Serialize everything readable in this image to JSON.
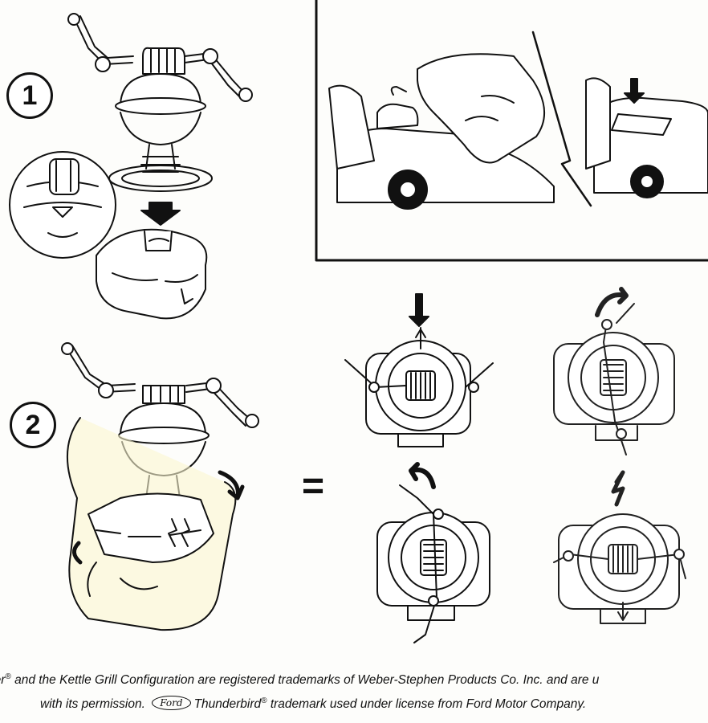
{
  "steps": [
    {
      "number": "1"
    },
    {
      "number": "2"
    }
  ],
  "equals_sign": "=",
  "legal": {
    "line1_pre": "ber",
    "line1_reg": "®",
    "line1_post": " and the Kettle Grill Configuration are registered trademarks of Weber-Stephen Products Co. Inc. and are u",
    "line2_pre": "with its permission.",
    "ford_logo_text": "Ford",
    "brand": "Thunderbird",
    "brand_reg": "®",
    "line2_post": " trademark used under license from Ford Motor Company."
  }
}
